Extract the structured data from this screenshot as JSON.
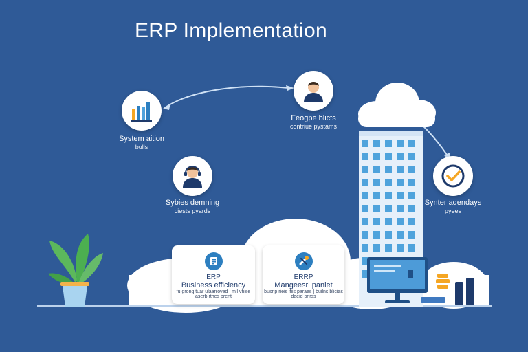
{
  "title": "ERP Implementation",
  "nodes": {
    "system": {
      "line1": "System aition",
      "line2": "bulls"
    },
    "people": {
      "line1": "Feogpe blicts",
      "line2": "contriue pystams"
    },
    "support": {
      "line1": "Sybies demning",
      "line2": "ciests pyards"
    },
    "check": {
      "line1": "Synter adendays",
      "line2": "pyees"
    }
  },
  "cards": [
    {
      "line1": "ERP",
      "line2": "Business efficiency",
      "line3": "fu grong tuar ulaarroved | mil vhise aserb rthes prent"
    },
    {
      "line1": "ERRP",
      "line2": "Mangeesri panlet",
      "line3": "busnp rieis ifiis paraes | builns blicias daeid pnrss"
    }
  ],
  "colors": {
    "background": "#2f5a97",
    "node_fill": "#ffffff",
    "accent_blue": "#2d7fc0",
    "accent_orange": "#f5a623",
    "building": "#e6f0fa",
    "window": "#4fa3dc",
    "plant": "#4caf50"
  },
  "icons": {
    "system": "bar-chart-icon",
    "people": "person-icon",
    "support": "headset-person-icon",
    "check": "checkmark-icon"
  }
}
